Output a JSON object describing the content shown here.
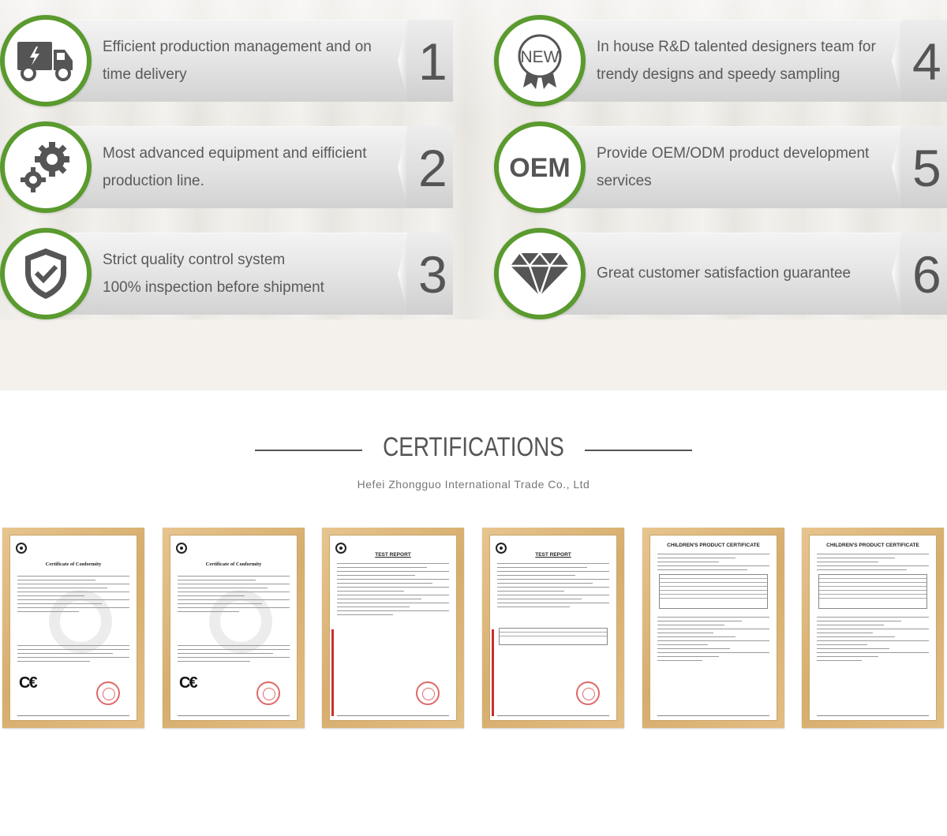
{
  "features": [
    {
      "icon": "delivery-truck-icon",
      "text_lines": [
        "Efficient production management and on",
        "time delivery"
      ],
      "number": "1"
    },
    {
      "icon": "gears-icon",
      "text_lines": [
        "Most advanced equipment and eifficient",
        "production line."
      ],
      "number": "2"
    },
    {
      "icon": "shield-check-icon",
      "text_lines": [
        "Strict quality control system",
        "100% inspection before shipment"
      ],
      "number": "3"
    },
    {
      "icon": "new-badge-icon",
      "badge_text": "NEW",
      "text_lines": [
        "In house R&D talented designers team for",
        "trendy designs and speedy sampling"
      ],
      "number": "4"
    },
    {
      "icon": "oem-text-icon",
      "badge_text": "OEM",
      "text_lines": [
        "Provide OEM/ODM product development",
        "services"
      ],
      "number": "5"
    },
    {
      "icon": "diamond-icon",
      "text_lines": [
        "Great customer satisfaction guarantee"
      ],
      "number": "6"
    }
  ],
  "colors": {
    "accent_green": "#5a9a2e",
    "text_gray": "#5a5a5a",
    "frame_wood": "#d6ad6d"
  },
  "certifications": {
    "title": "CERTIFICATIONS",
    "subtitle": "Hefei Zhongguo International Trade Co., Ltd",
    "documents": [
      {
        "heading": "Certificate of Conformity"
      },
      {
        "heading": "Certificate of Conformity"
      },
      {
        "heading": "TEST REPORT"
      },
      {
        "heading": "TEST REPORT"
      },
      {
        "heading": "CHILDREN'S PRODUCT CERTIFICATE"
      },
      {
        "heading": "CHILDREN'S PRODUCT CERTIFICATE"
      }
    ]
  }
}
